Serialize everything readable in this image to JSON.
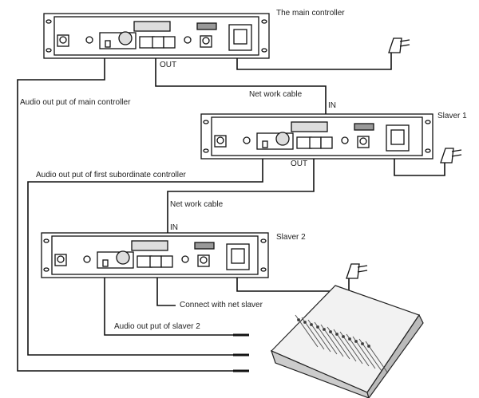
{
  "devices": {
    "main": {
      "label": "The main controller",
      "out": "OUT"
    },
    "slaver1": {
      "label": "Slaver 1",
      "in": "IN",
      "out": "OUT"
    },
    "slaver2": {
      "label": "Slaver 2",
      "in": "IN"
    }
  },
  "cables": {
    "net1": "Net work cable",
    "net2": "Net work cable",
    "audio_main": "Audio out put of main controller",
    "audio_s1": "Audio out put of first subordinate controller",
    "audio_s2": "Audio out put of slaver 2",
    "connect_next": "Connect with net slaver"
  },
  "colors": {
    "line": "#111111",
    "background": "#ffffff"
  }
}
